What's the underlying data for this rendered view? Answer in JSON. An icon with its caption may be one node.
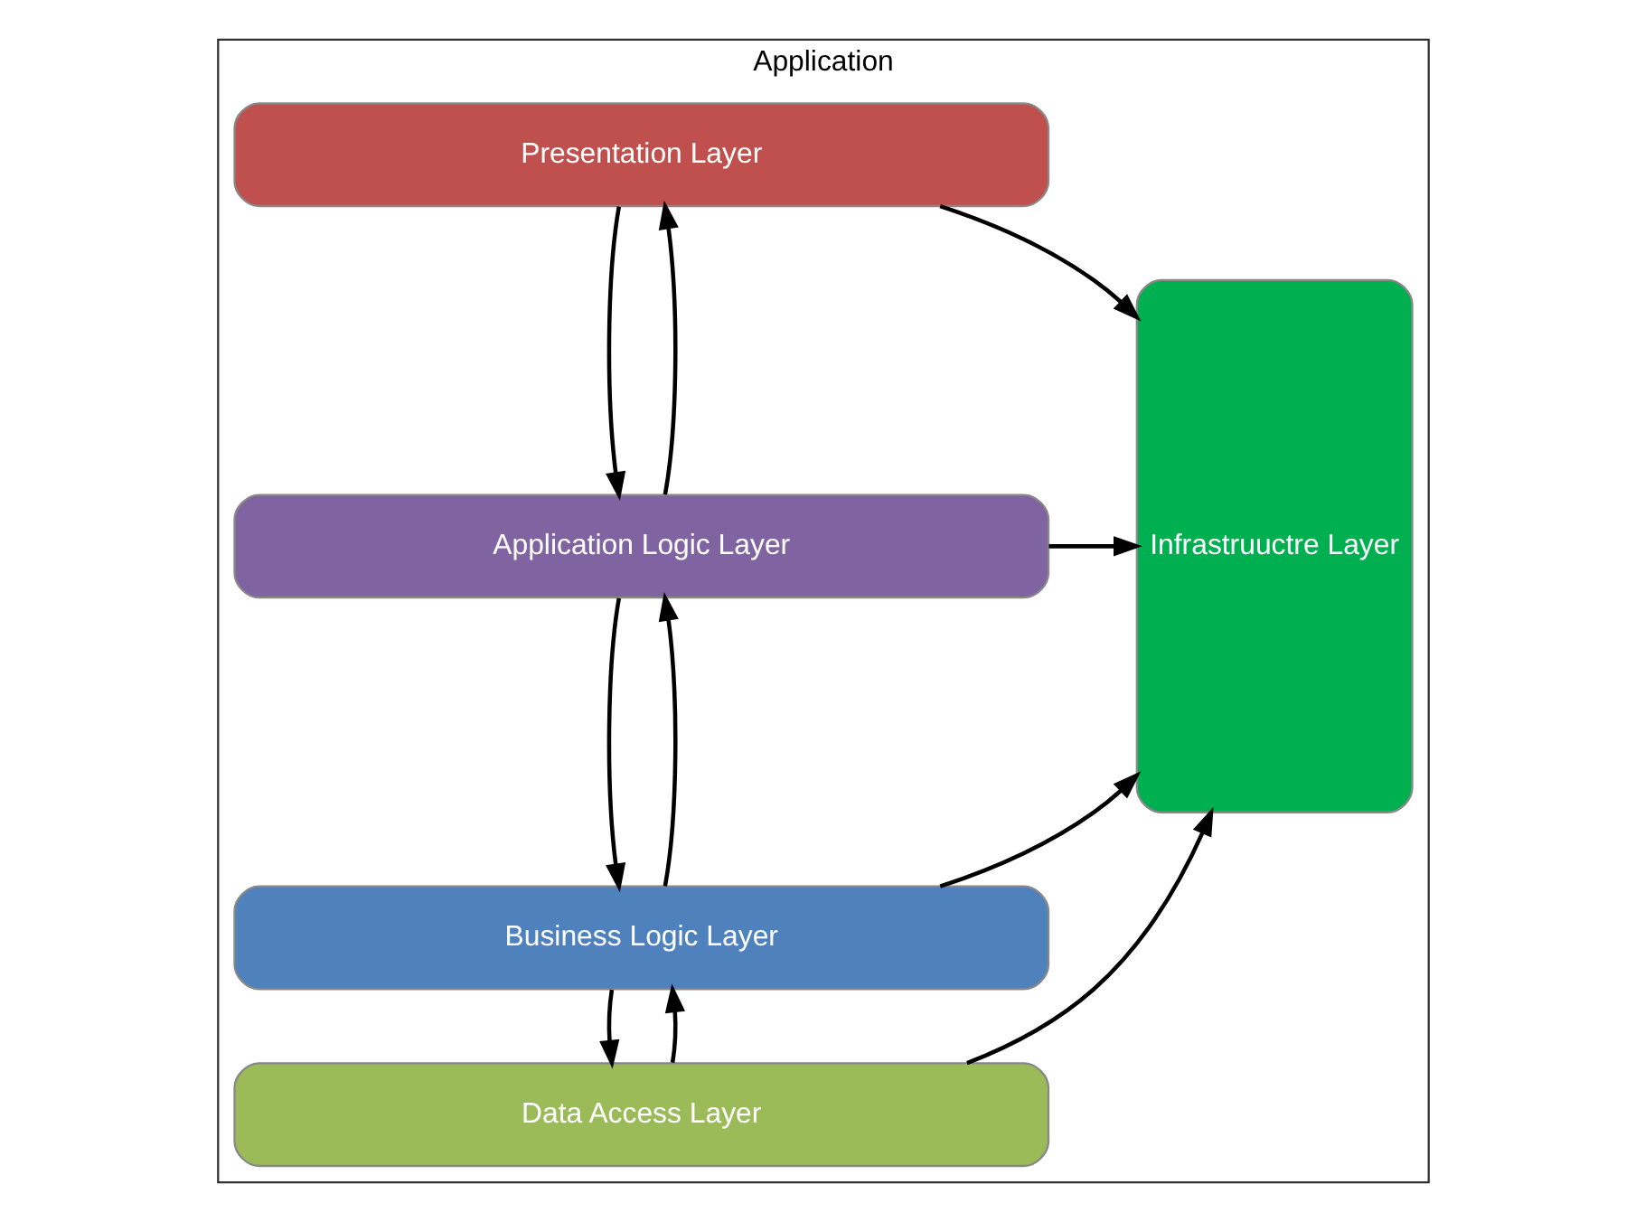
{
  "diagram": {
    "nodes": [
      {
        "text": [
          "Application"
        ]
      },
      {
        "text": [
          "Presentation Layer"
        ],
        "in": 0
      },
      {
        "text": [
          "Application Logic Layer"
        ],
        "in": 0
      },
      {
        "text": [
          "Business Logic Layer"
        ],
        "in": 0
      },
      {
        "text": [
          "Data Access Layer"
        ],
        "in": 0
      },
      {
        "text": [
          "Infrastruuctre Layer"
        ],
        "in": 0
      }
    ],
    "edges": [
      {
        "from": 1,
        "to": 2,
        "arrow": "to"
      },
      {
        "from": 2,
        "to": 1,
        "arrow": "to"
      },
      {
        "from": 2,
        "to": 3,
        "arrow": "to"
      },
      {
        "from": 3,
        "to": 2,
        "arrow": "to"
      },
      {
        "from": 3,
        "to": 4,
        "arrow": "to"
      },
      {
        "from": 4,
        "to": 3,
        "arrow": "to"
      },
      {
        "from": 1,
        "to": 5,
        "arrow": "to"
      },
      {
        "from": 2,
        "to": 5,
        "arrow": "to"
      },
      {
        "from": 3,
        "to": 5,
        "arrow": "to"
      },
      {
        "from": 4,
        "to": 5,
        "arrow": "to"
      }
    ]
  }
}
